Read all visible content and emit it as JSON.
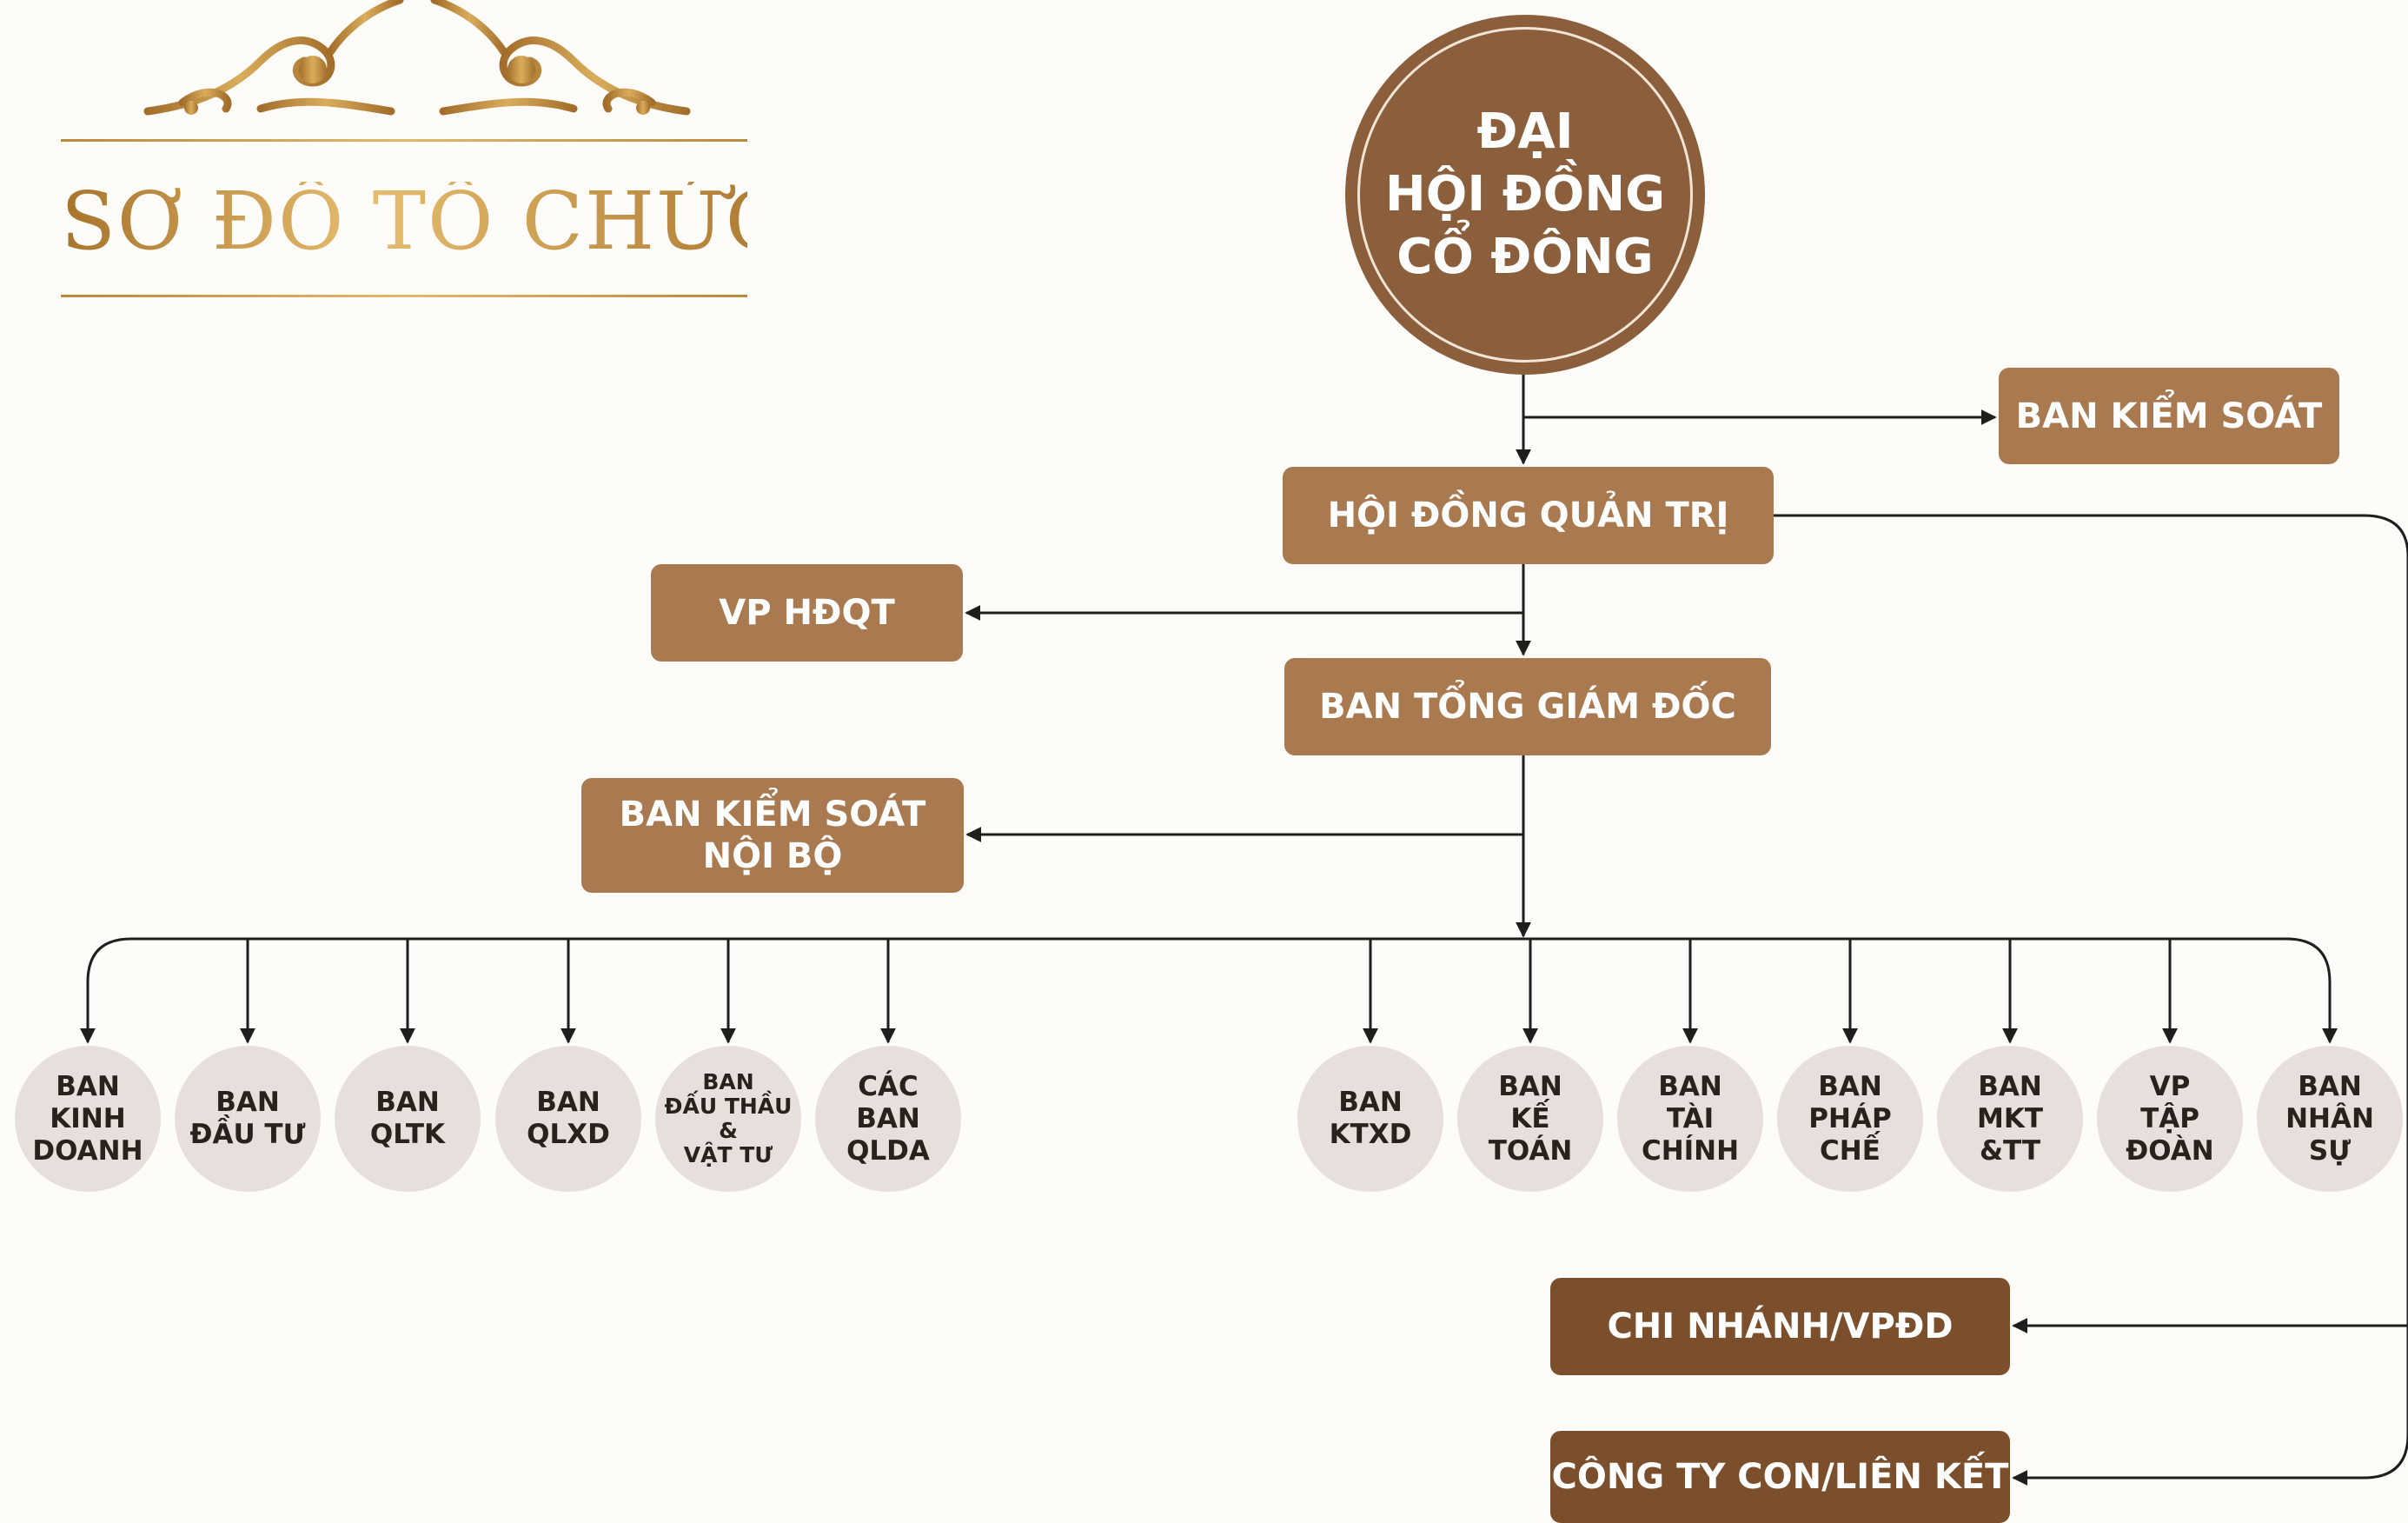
{
  "title": "SƠ ĐỒ TỔ CHỨC",
  "top_node": "ĐẠI\nHỘI ĐỒNG\nCỔ ĐÔNG",
  "nodes": {
    "supervisory_board": "BAN KIỂM SOÁT",
    "board_of_directors": "HỘI ĐỒNG QUẢN TRỊ",
    "board_office": "VP HĐQT",
    "general_management": "BAN TỔNG GIÁM ĐỐC",
    "internal_control": "BAN KIỂM SOÁT\nNỘI BỘ",
    "branches": "CHI NHÁNH/VPĐD",
    "subsidiaries": "CÔNG TY CON/LIÊN KẾT"
  },
  "departments": [
    {
      "label": "BAN\nKINH\nDOANH"
    },
    {
      "label": "BAN\nĐẦU TƯ"
    },
    {
      "label": "BAN\nQLTK"
    },
    {
      "label": "BAN\nQLXD"
    },
    {
      "label": "BAN\nĐẤU THẦU\n&\nVẬT TƯ"
    },
    {
      "label": "CÁC\nBAN\nQLDA"
    },
    {
      "label": "BAN\nKTXD"
    },
    {
      "label": "BAN\nKẾ\nTOÁN"
    },
    {
      "label": "BAN\nTÀI\nCHÍNH"
    },
    {
      "label": "BAN\nPHÁP\nCHẾ"
    },
    {
      "label": "BAN\nMKT\n&TT"
    },
    {
      "label": "VP\nTẬP\nĐOÀN"
    },
    {
      "label": "BAN\nNHÂN\nSỰ"
    }
  ],
  "colors": {
    "top_node": "#8b5e3c",
    "mid_box": "#a97950",
    "dark_box": "#7c4f2c",
    "dept_circle": "#e7dfdc",
    "title_gold": "#c9973f",
    "line": "#1e1e1e"
  },
  "icons": {
    "ornament": "baroque-scroll-ornament"
  }
}
